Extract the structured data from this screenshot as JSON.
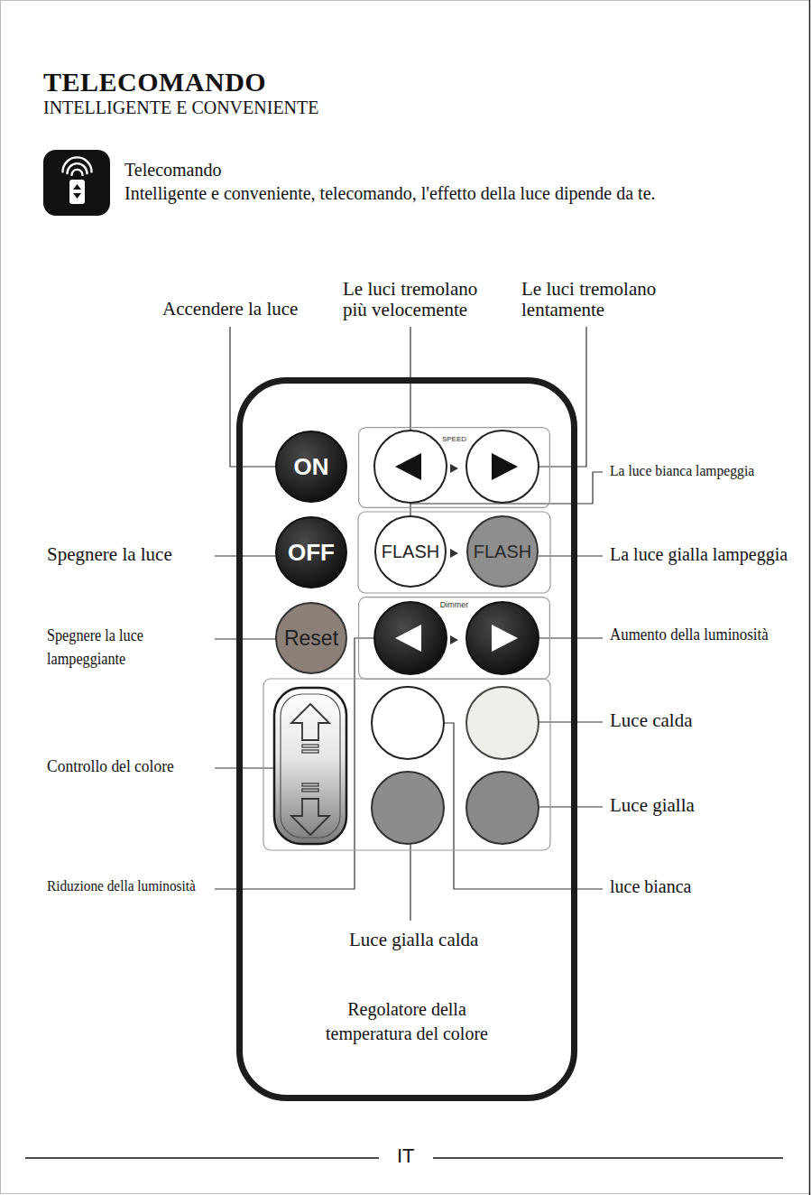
{
  "diagram": {
    "title": "TELECOMANDO",
    "nodes": [
      {
        "text": [
          "Regolatore della temperatura del colore"
        ]
      },
      {
        "text": [
          "ON"
        ],
        "in": 0
      },
      {
        "text": [
          "SPEED"
        ],
        "in": 0
      },
      {
        "text": [
          "OFF"
        ],
        "in": 0
      },
      {
        "text": [
          "FLASH"
        ],
        "in": 0
      },
      {
        "text": [
          "FLASH"
        ],
        "in": 0
      },
      {
        "text": [
          "Reset"
        ],
        "in": 0
      },
      {
        "text": [
          "Dimmer"
        ],
        "in": 0
      }
    ],
    "labels": [
      "INTELLIGENTE E CONVENIENTE",
      "Telecomando",
      "Intelligente e conveniente, telecomando, l'effetto della luce dipende da te.",
      "Accendere la luce",
      "Le luci tremolano più velocemente",
      "Le luci tremolano lentamente",
      "La luce bianca lampeggia",
      "Spegnere la luce",
      "La luce gialla lampeggia",
      "Spegnere la luce lampeggiante",
      "Aumento della luminosità",
      "Luce calda",
      "Controllo del colore",
      "Luce gialla",
      "Riduzione della luminosità",
      "luce bianca",
      "Luce gialla calda",
      "IT"
    ]
  }
}
